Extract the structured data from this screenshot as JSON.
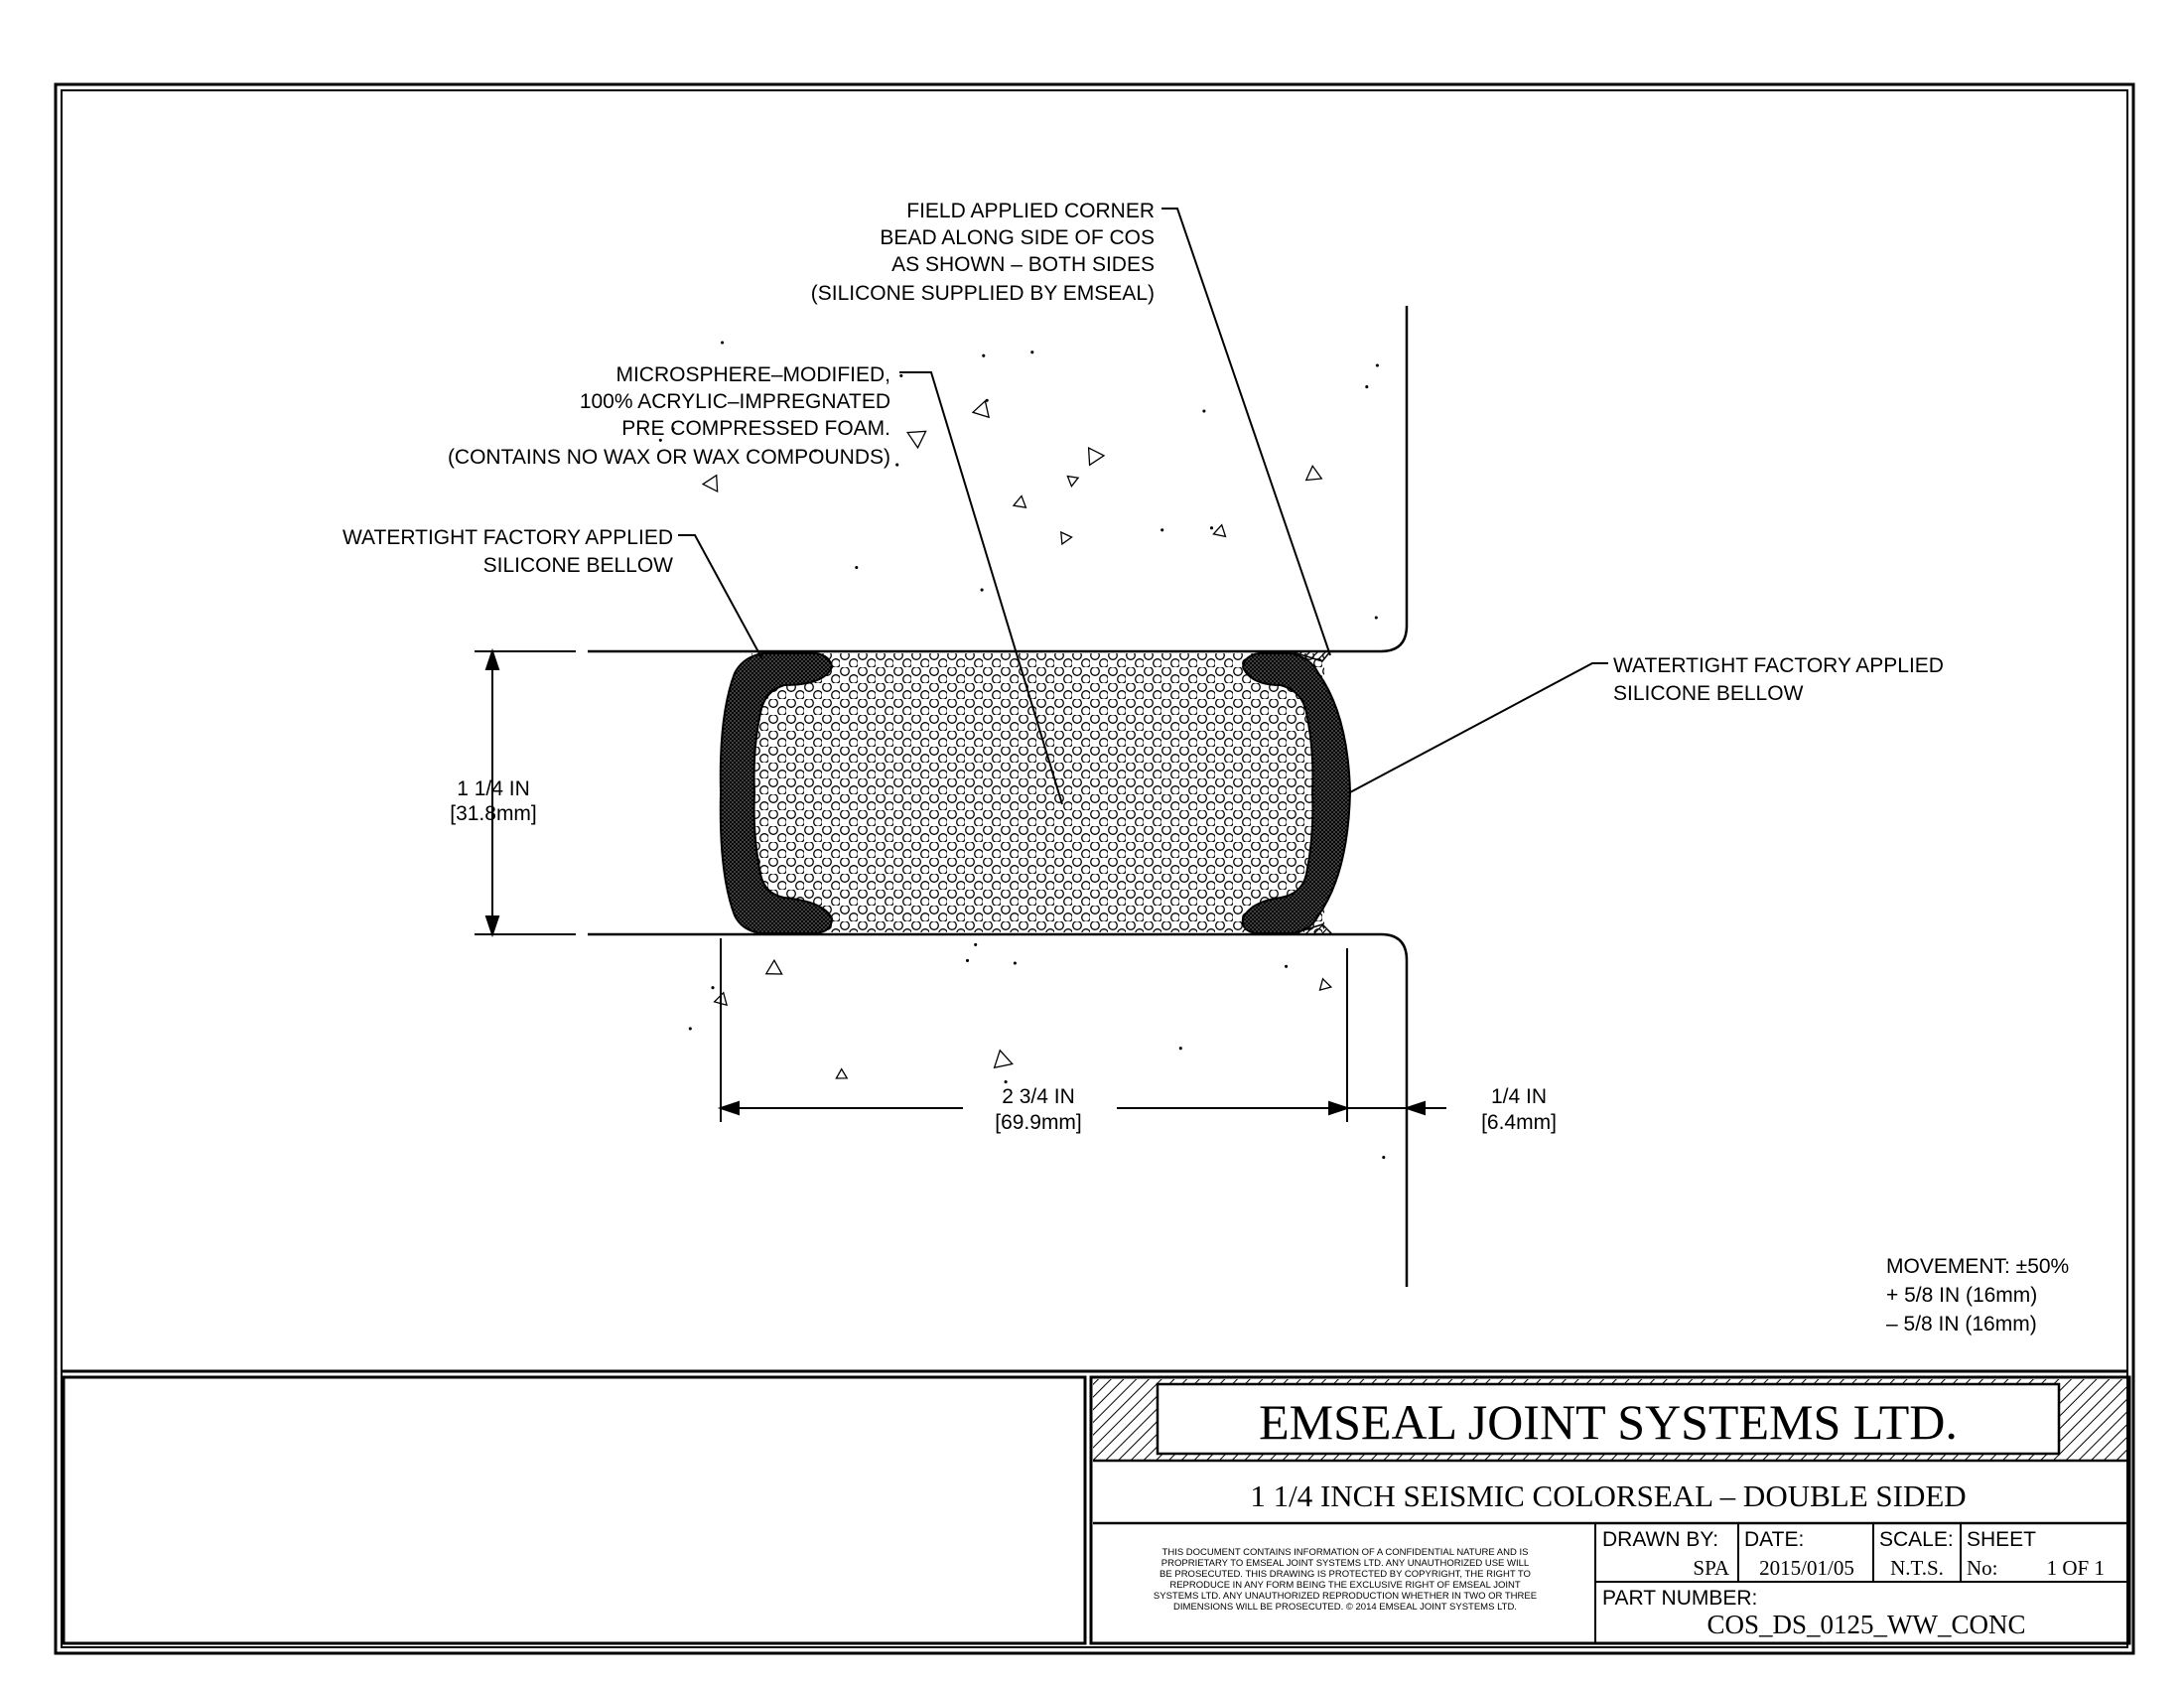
{
  "annotations": {
    "corner_bead": [
      "FIELD APPLIED CORNER",
      "BEAD ALONG SIDE OF COS",
      "AS SHOWN – BOTH SIDES",
      "(SILICONE SUPPLIED BY EMSEAL)"
    ],
    "foam": [
      "MICROSPHERE–MODIFIED,",
      "100% ACRYLIC–IMPREGNATED",
      "PRE COMPRESSED FOAM.",
      "(CONTAINS NO WAX OR WAX COMPOUNDS)"
    ],
    "bellow_left": [
      "WATERTIGHT FACTORY APPLIED",
      "SILICONE BELLOW"
    ],
    "bellow_right": [
      "WATERTIGHT FACTORY APPLIED",
      "SILICONE BELLOW"
    ]
  },
  "dimensions": {
    "height": [
      "1 1/4 IN",
      "[31.8mm]"
    ],
    "width": [
      "2 3/4 IN",
      "[69.9mm]"
    ],
    "offset": [
      "1/4 IN",
      "[6.4mm]"
    ]
  },
  "movement": [
    "MOVEMENT: ±50%",
    "+ 5/8 IN (16mm)",
    "– 5/8 IN (16mm)"
  ],
  "title_block": {
    "company": "EMSEAL JOINT SYSTEMS LTD.",
    "product": "1 1/4 INCH SEISMIC COLORSEAL – DOUBLE SIDED",
    "disclaimer": [
      "THIS DOCUMENT CONTAINS INFORMATION OF A CONFIDENTIAL NATURE AND IS",
      "PROPRIETARY TO EMSEAL JOINT SYSTEMS LTD. ANY UNAUTHORIZED USE WILL",
      "BE PROSECUTED. THIS DRAWING IS PROTECTED BY COPYRIGHT, THE RIGHT TO",
      "REPRODUCE IN ANY FORM BEING THE EXCLUSIVE RIGHT OF EMSEAL JOINT",
      "SYSTEMS LTD. ANY UNAUTHORIZED REPRODUCTION WHETHER IN TWO OR THREE",
      "DIMENSIONS WILL BE PROSECUTED. © 2014 EMSEAL JOINT SYSTEMS LTD."
    ],
    "drawn_by_label": "DRAWN BY:",
    "drawn_by": "SPA",
    "date_label": "DATE:",
    "date": "2015/01/05",
    "scale_label": "SCALE:",
    "scale": "N.T.S.",
    "sheet_label": "SHEET",
    "sheet_no_label": "No:",
    "sheet": "1 OF 1",
    "part_number_label": "PART NUMBER:",
    "part_number": "COS_DS_0125_WW_CONC"
  }
}
